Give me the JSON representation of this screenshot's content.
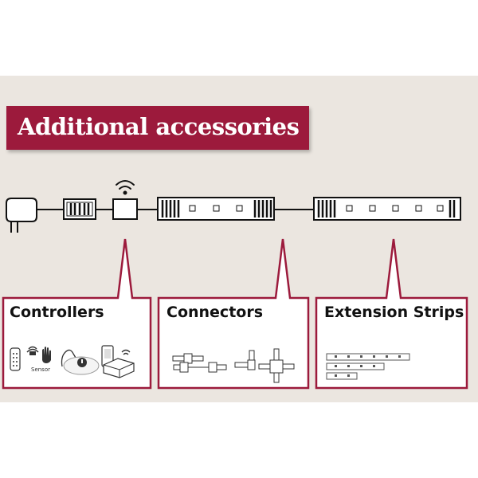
{
  "banner": {
    "title": "Additional accessories"
  },
  "cards": [
    {
      "title": "Controllers",
      "sensor_label": "Sensor"
    },
    {
      "title": "Connectors"
    },
    {
      "title": "Extension Strips"
    }
  ],
  "colors": {
    "accent": "#9c1a3c",
    "panel": "#ebe6e0",
    "line": "#111111"
  },
  "icons": [
    "power-plug-icon",
    "wifi-icon",
    "remote-icon",
    "motion-sensor-icon",
    "hand-sensor-icon",
    "voice-assistant-icon",
    "smart-speaker-icon",
    "smartphone-icon",
    "zigbee-gateway-icon"
  ]
}
